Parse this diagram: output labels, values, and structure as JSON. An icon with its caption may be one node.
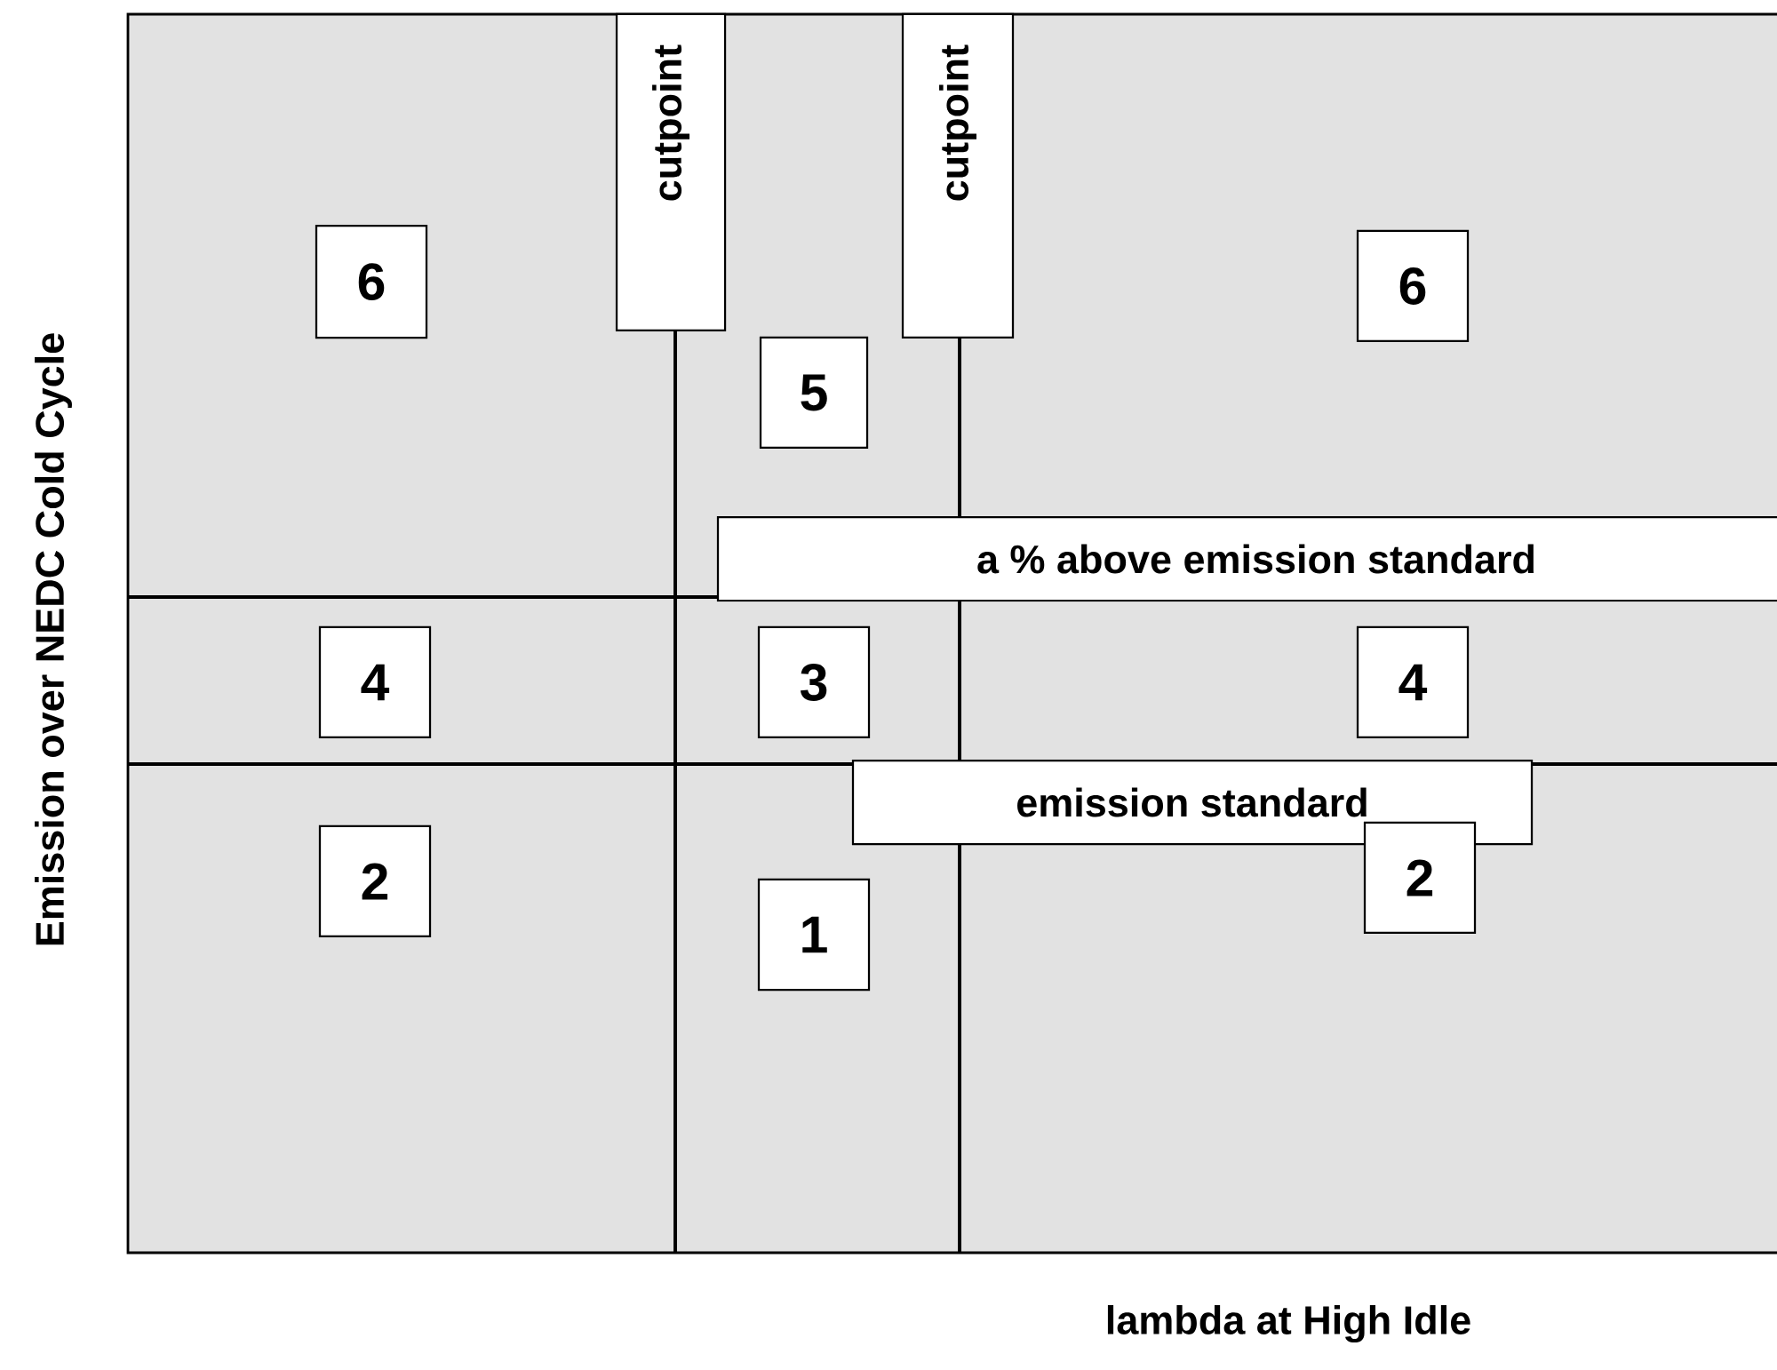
{
  "diagram": {
    "nodes": [
      {
        "text": [
          "6"
        ]
      },
      {
        "text": [
          "cutpoint"
        ]
      },
      {
        "text": [
          "cutpoint"
        ]
      },
      {
        "text": [
          "5"
        ]
      },
      {
        "text": [
          "6"
        ]
      },
      {
        "text": [
          "a % above emission standard"
        ]
      },
      {
        "text": [
          "4"
        ]
      },
      {
        "text": [
          "3"
        ]
      },
      {
        "text": [
          "4"
        ]
      },
      {
        "text": [
          "emission standard"
        ]
      },
      {
        "text": [
          "2"
        ]
      },
      {
        "text": [
          "1"
        ]
      },
      {
        "text": [
          "2"
        ]
      }
    ],
    "labels": [
      "Emission over NEDC Cold Cycle",
      "lambda at High Idle"
    ]
  }
}
